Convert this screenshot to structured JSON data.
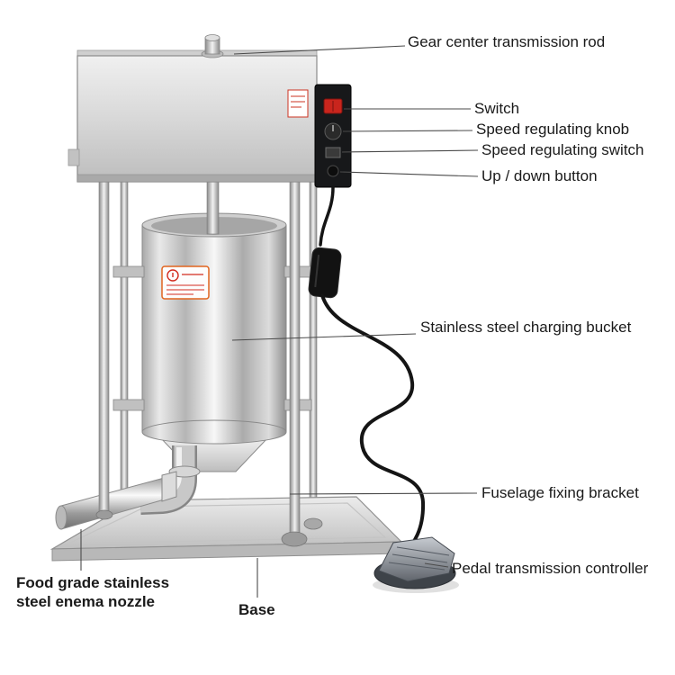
{
  "labels": {
    "gear_rod": "Gear center transmission rod",
    "switch": "Switch",
    "speed_knob": "Speed regulating knob",
    "speed_switch": "Speed regulating switch",
    "up_down": "Up / down button",
    "bucket": "Stainless steel charging bucket",
    "bracket": "Fuselage fixing bracket",
    "pedal": "Pedal transmission controller",
    "nozzle_l1": "Food grade stainless",
    "nozzle_l2": "steel enema nozzle",
    "base": "Base"
  },
  "colors": {
    "label_text": "#1a1a1a",
    "leader_line": "#4a4a4a",
    "switch_red": "#c9251d",
    "steel_light": "#f2f2f2",
    "steel_dark": "#8f8f8f"
  }
}
